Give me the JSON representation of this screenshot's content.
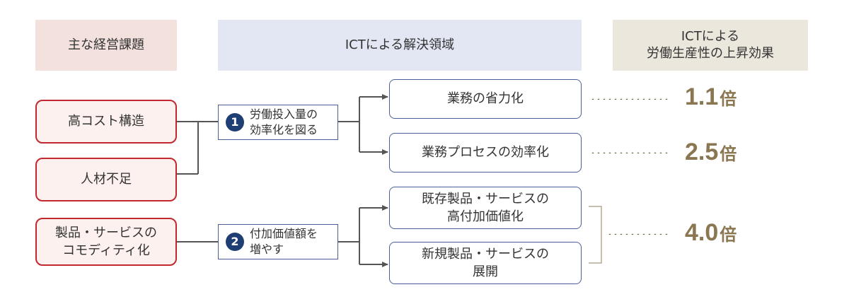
{
  "headers": {
    "issues": "主な経営課題",
    "ict_area": "ICTによる解決領域",
    "effect": "ICTによる\n労働生産性の上昇効果"
  },
  "issues": [
    {
      "label": "高コスト構造"
    },
    {
      "label": "人材不足"
    },
    {
      "label": "製品・サービスの\nコモディティ化"
    }
  ],
  "solutions": [
    {
      "number": "1",
      "label": "労働投入量の\n効率化を図る"
    },
    {
      "number": "2",
      "label": "付加価値額を\n増やす"
    }
  ],
  "areas": [
    {
      "label": "業務の省力化"
    },
    {
      "label": "業務プロセスの効率化"
    },
    {
      "label": "既存製品・サービスの\n高付加価値化"
    },
    {
      "label": "新規製品・サービスの\n展開"
    }
  ],
  "effects": [
    {
      "value": "1.1",
      "unit": "倍"
    },
    {
      "value": "2.5",
      "unit": "倍"
    },
    {
      "value": "4.0",
      "unit": "倍"
    }
  ],
  "colors": {
    "issue_border": "#c1292e",
    "issue_fill": "#fdf1ef",
    "navy": "#1f3f74",
    "area_border": "#4b5d96",
    "result_text": "#8a7650",
    "connector": "#555555"
  }
}
